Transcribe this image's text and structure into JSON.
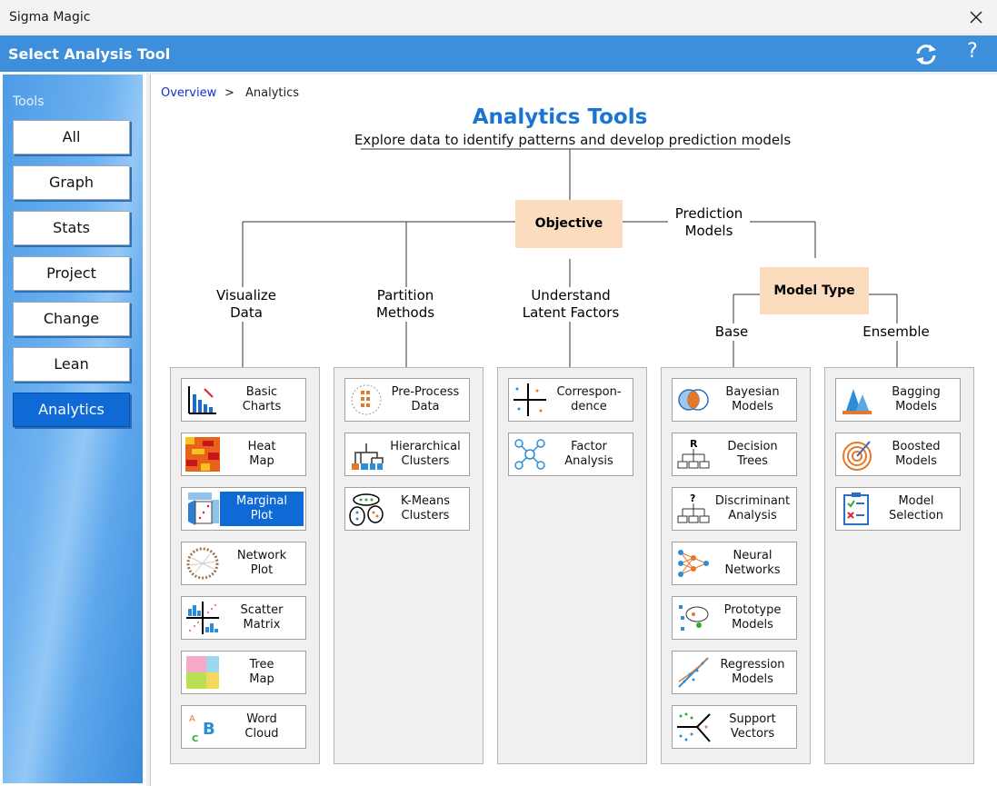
{
  "window": {
    "title": "Sigma Magic"
  },
  "header": {
    "title": "Select Analysis Tool",
    "help_label": "?"
  },
  "sidebar": {
    "label": "Tools",
    "items": [
      {
        "label": "All"
      },
      {
        "label": "Graph"
      },
      {
        "label": "Stats"
      },
      {
        "label": "Project"
      },
      {
        "label": "Change"
      },
      {
        "label": "Lean"
      },
      {
        "label": "Analytics",
        "active": true
      }
    ]
  },
  "breadcrumb": {
    "root": "Overview",
    "separator": ">",
    "current": "Analytics"
  },
  "page": {
    "title": "Analytics Tools",
    "subtitle": "Explore data to identify patterns and develop prediction models"
  },
  "tree": {
    "objective": "Objective",
    "prediction": "Prediction\nModels",
    "model_type": "Model Type",
    "visualize": "Visualize\nData",
    "partition": "Partition\nMethods",
    "latent": "Understand\nLatent Factors",
    "base": "Base",
    "ensemble": "Ensemble"
  },
  "tools": {
    "visualize": [
      {
        "label": "Basic\nCharts"
      },
      {
        "label": "Heat\nMap"
      },
      {
        "label": "Marginal\nPlot",
        "selected": true
      },
      {
        "label": "Network\nPlot"
      },
      {
        "label": "Scatter\nMatrix"
      },
      {
        "label": "Tree\nMap"
      },
      {
        "label": "Word\nCloud"
      }
    ],
    "partition": [
      {
        "label": "Pre-Process\nData"
      },
      {
        "label": "Hierarchical\nClusters"
      },
      {
        "label": "K-Means\nClusters"
      }
    ],
    "latent": [
      {
        "label": "Correspon-\ndence"
      },
      {
        "label": "Factor\nAnalysis"
      }
    ],
    "base": [
      {
        "label": "Bayesian\nModels"
      },
      {
        "label": "Decision\nTrees"
      },
      {
        "label": "Discriminant\nAnalysis"
      },
      {
        "label": "Neural\nNetworks"
      },
      {
        "label": "Prototype\nModels"
      },
      {
        "label": "Regression\nModels"
      },
      {
        "label": "Support\nVectors"
      }
    ],
    "ensemble": [
      {
        "label": "Bagging\nModels"
      },
      {
        "label": "Boosted\nModels"
      },
      {
        "label": "Model\nSelection"
      }
    ]
  },
  "icon_text": {
    "decision_r": "R",
    "question": "?",
    "word_a": "A",
    "word_b": "B",
    "word_c": "C"
  },
  "colors": {
    "accent": "#3d8fdc",
    "active": "#0f6ad6",
    "node_fill": "#fbdcbe",
    "title": "#1a74d1",
    "link": "#0b35c9"
  }
}
